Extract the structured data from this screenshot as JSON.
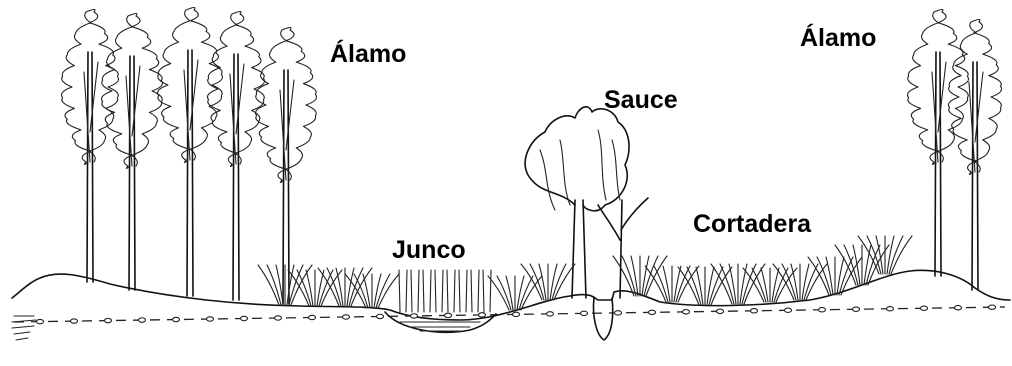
{
  "labels": {
    "alamo_left": "Álamo",
    "alamo_right": "Álamo",
    "sauce": "Sauce",
    "junco": "Junco",
    "cortadera": "Cortadera"
  }
}
